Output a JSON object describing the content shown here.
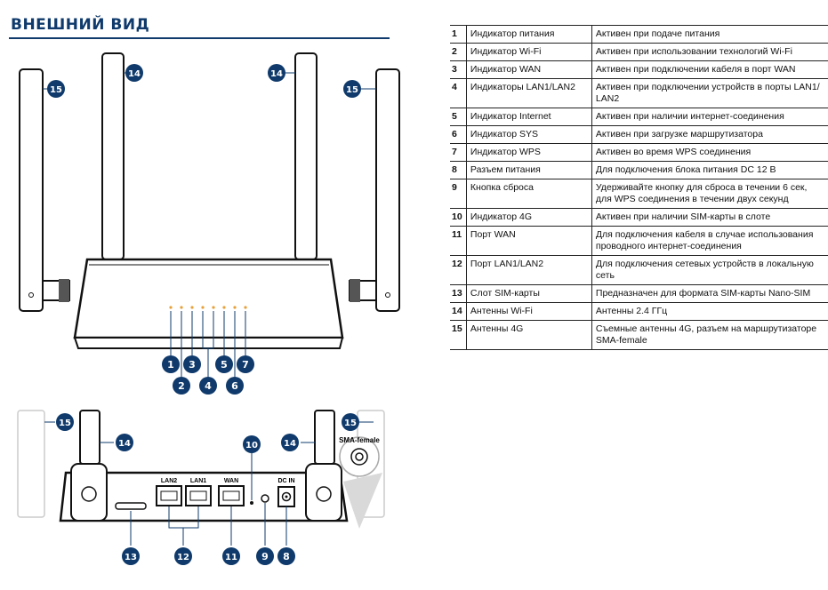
{
  "heading": "ВНЕШНИЙ ВИД",
  "colors": {
    "accent": "#0f3a6b",
    "badge": "#0f3a6b"
  },
  "front_view": {
    "callouts": [
      "1",
      "2",
      "3",
      "4",
      "5",
      "6",
      "7",
      "14",
      "14",
      "15",
      "15"
    ]
  },
  "back_view": {
    "ports": {
      "lan2": "LAN2",
      "lan1": "LAN1",
      "wan": "WAN",
      "dc_in": "DC IN"
    },
    "sma_label": "SMA-female",
    "callouts": [
      "8",
      "9",
      "10",
      "11",
      "12",
      "13",
      "14",
      "14",
      "15",
      "15"
    ]
  },
  "table": [
    {
      "num": "1",
      "name": "Индикатор питания",
      "desc": "Активен при подаче питания"
    },
    {
      "num": "2",
      "name": "Индикатор Wi-Fi",
      "desc": "Активен при использовании технологий Wi-Fi"
    },
    {
      "num": "3",
      "name": "Индикатор WAN",
      "desc": "Активен при подключении кабеля в порт WAN"
    },
    {
      "num": "4",
      "name": "Индикаторы LAN1/LAN2",
      "desc": "Активен при подключении устройств в порты LAN1/ LAN2"
    },
    {
      "num": "5",
      "name": "Индикатор Internet",
      "desc": "Активен при наличии интернет-соединения"
    },
    {
      "num": "6",
      "name": "Индикатор SYS",
      "desc": "Активен при загрузке маршрутизатора"
    },
    {
      "num": "7",
      "name": "Индикатор WPS",
      "desc": "Активен во время WPS соединения"
    },
    {
      "num": "8",
      "name": "Разъем питания",
      "desc": "Для подключения блока питания DC 12 В"
    },
    {
      "num": "9",
      "name": "Кнопка сброса",
      "desc": "Удерживайте кнопку для сброса в течении 6 сек, для WPS соединения в течении двух секунд"
    },
    {
      "num": "10",
      "name": "Индикатор 4G",
      "desc": "Активен при наличии SIM-карты в слоте"
    },
    {
      "num": "11",
      "name": "Порт WAN",
      "desc": "Для подключения кабеля в случае использования проводного интернет-соединения"
    },
    {
      "num": "12",
      "name": "Порт LAN1/LAN2",
      "desc": "Для подключения сетевых устройств в локальную сеть"
    },
    {
      "num": "13",
      "name": "Слот SIM-карты",
      "desc": "Предназначен для формата SIM-карты Nano-SIM"
    },
    {
      "num": "14",
      "name": "Антенны Wi-Fi",
      "desc": "Антенны 2.4 ГГц"
    },
    {
      "num": "15",
      "name": "Антенны 4G",
      "desc": "Съемные антенны 4G, разъем на маршрутизаторе SMA-female"
    }
  ]
}
